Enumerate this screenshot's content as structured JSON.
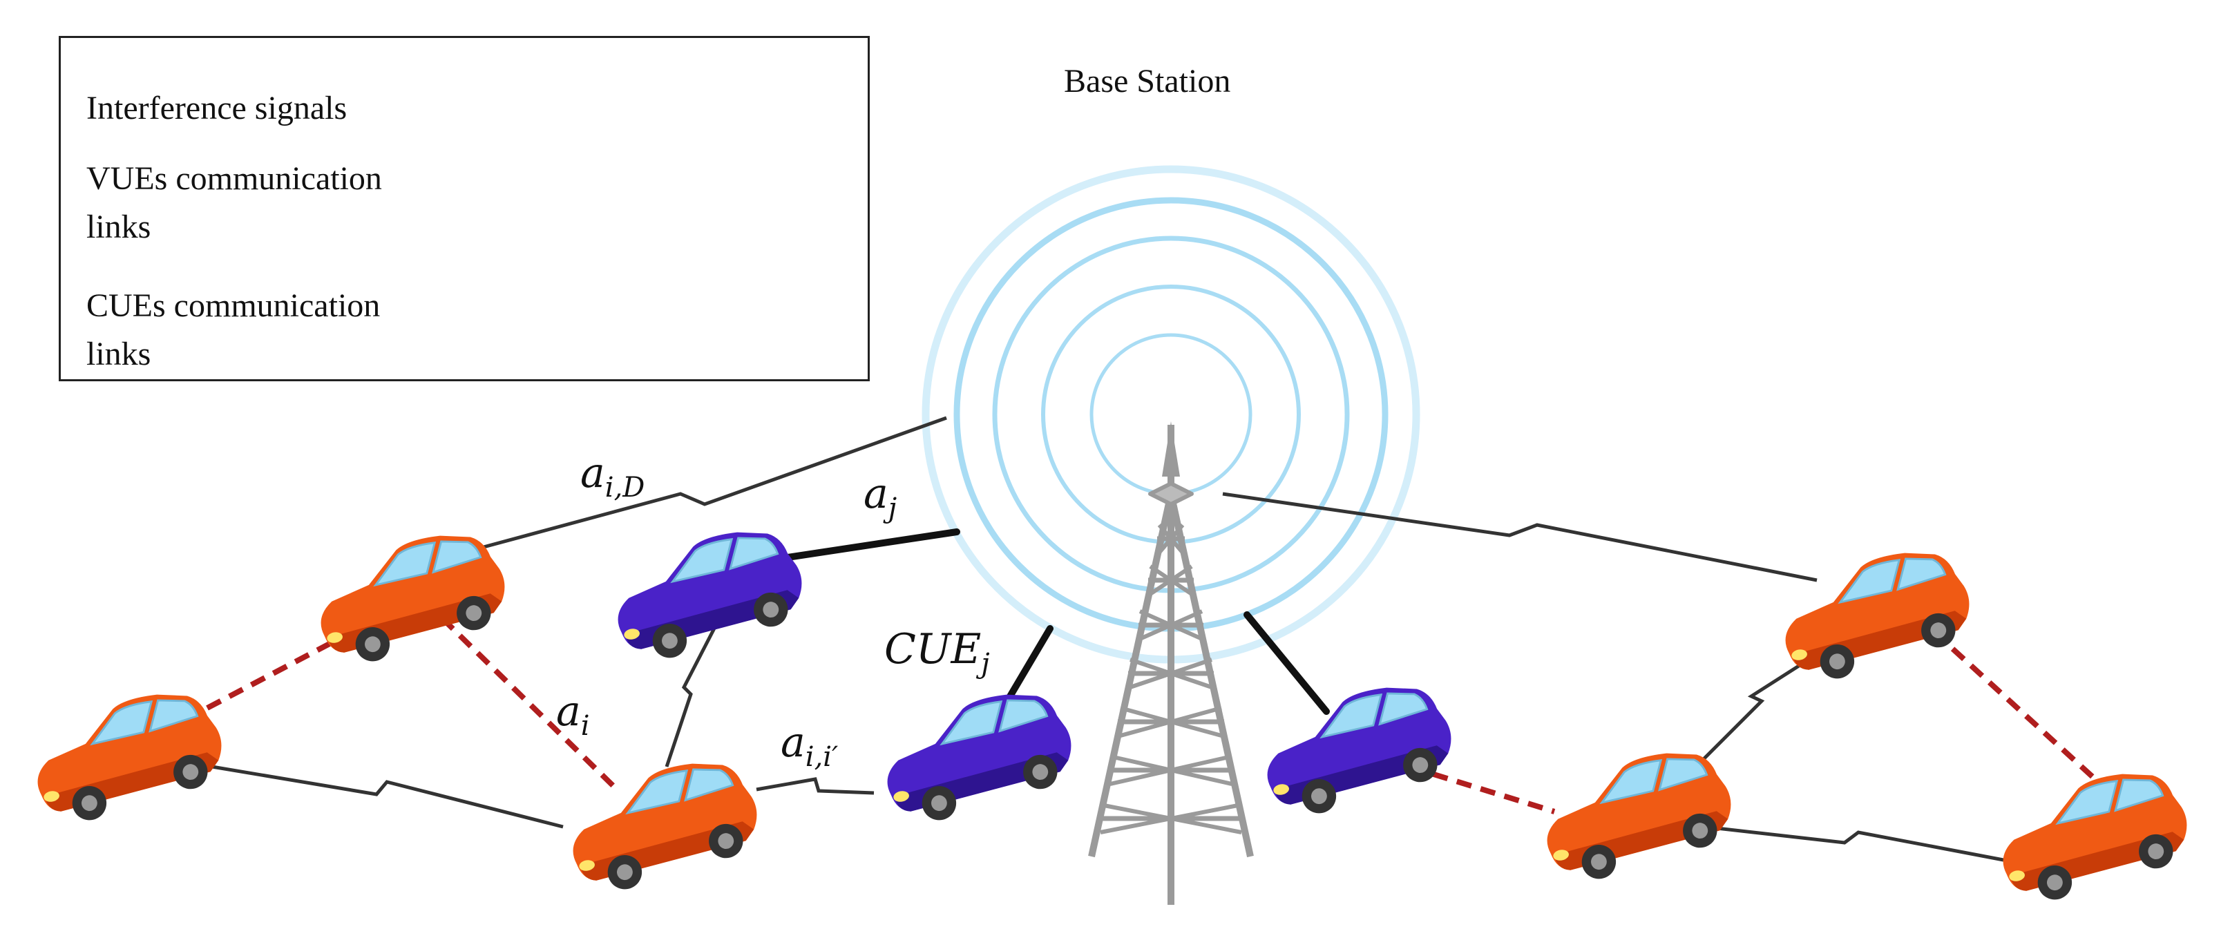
{
  "legend": {
    "interference": "Interference signals",
    "vue_line1": "VUEs  communication",
    "vue_line2": "links",
    "cue_line1": "CUEs communication",
    "cue_line2": "links"
  },
  "base_station": {
    "label": "Base Station"
  },
  "labels": {
    "a_iD": {
      "base": "a",
      "sub": "i,D"
    },
    "a_j": {
      "base": "a",
      "sub": "j"
    },
    "a_i": {
      "base": "a",
      "sub": "i"
    },
    "a_ii": {
      "base": "a",
      "sub": "i,i′"
    },
    "cue_j": {
      "base": "CUE",
      "sub": "j"
    }
  },
  "colors": {
    "vue_car": "#f05a14",
    "vue_car_dark": "#c83c08",
    "cue_car": "#4a22c8",
    "cue_car_dark": "#2e1490",
    "vue_link": "#b01e1e",
    "cue_link": "#111111",
    "interference": "#333333",
    "wave": "#9fd6f2",
    "tower": "#9a9a9a"
  }
}
